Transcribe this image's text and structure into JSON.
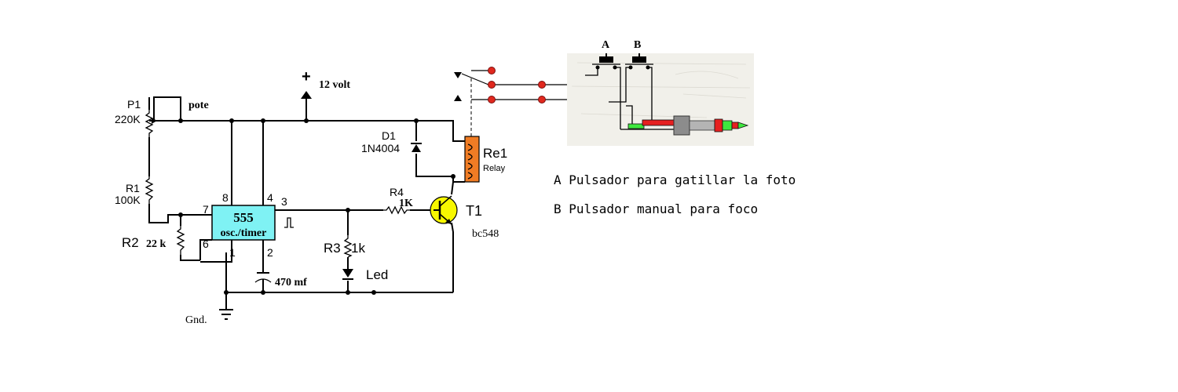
{
  "labels": {
    "plus": "+",
    "supply": "12 volt",
    "pote": "pote",
    "p1": "P1",
    "p1_value": "220K",
    "r1": "R1",
    "r1_value": "100K",
    "r2": "R2",
    "r2_value": "22 k",
    "ic_name": "555",
    "ic_sub": "osc./timer",
    "pin7": "7",
    "pin8": "8",
    "pin4": "4",
    "pin3": "3",
    "pin6": "6",
    "pin1": "1",
    "pin2": "2",
    "cap": "470 mf",
    "gnd": "Gnd.",
    "d1": "D1",
    "d1_value": "1N4004",
    "relay": "Re1",
    "relay_sub": "Relay",
    "r4": "R4",
    "r4_value": "1K",
    "t1": "T1",
    "t1_value": "bc548",
    "r3": "R3",
    "r3_value": "1k",
    "led": "Led",
    "switch_a": "A",
    "switch_b": "B"
  },
  "legend": [
    "A Pulsador para gatillar la foto",
    "B Pulsador manual para foco"
  ],
  "colors": {
    "ic_fill": "#7ff2f4",
    "relay_fill": "#f07c24",
    "transistor_fill": "#f7f700",
    "contact_red": "#e0281e",
    "jack_green": "#3ee83e",
    "jack_red": "#e62020",
    "jack_gray": "#8c8c8c"
  },
  "icons": [
    "ground-icon",
    "led-icon",
    "diode-icon",
    "transistor-icon",
    "capacitor-icon",
    "resistor-icon",
    "relay-coil-icon",
    "audio-jack-icon",
    "pushbutton-icon"
  ]
}
